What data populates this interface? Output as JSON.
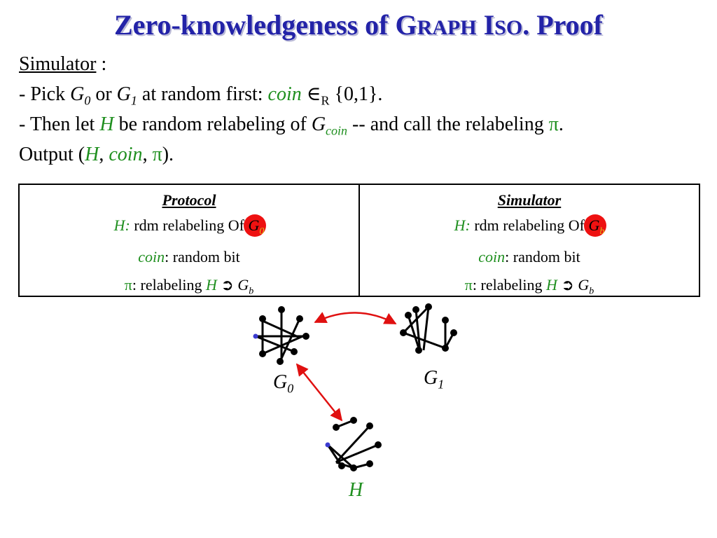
{
  "title": {
    "part1": "Zero-knowledgeness of G",
    "part2": "RAPH",
    "part3": " I",
    "part4": "SO",
    "part5": ". Proof"
  },
  "lines": {
    "simulator_label": "Simulator",
    "simulator_colon": " :",
    "l2_a": "- Pick ",
    "l2_g": "G",
    "l2_0": "0",
    "l2_or": " or ",
    "l2_g2": "G",
    "l2_1": "1",
    "l2_b": " at random first: ",
    "l2_coin": "coin",
    "l2_c": " ∈",
    "l2_R": "R",
    "l2_set": " {0,1}.",
    "l3_a": "- Then let ",
    "l3_H": "H",
    "l3_b": " be random relabeling of ",
    "l3_G": "G",
    "l3_coin": "coin",
    "l3_c": "  -- and call the relabeling ",
    "l3_pi": "π",
    "l3_d": ".",
    "l4_a": "Output (",
    "l4_H": "H",
    "l4_comma1": ", ",
    "l4_coin": "coin",
    "l4_comma2": ", ",
    "l4_pi": "π",
    "l4_end": ")."
  },
  "table": {
    "left": {
      "head": "Protocol",
      "h_label": "H:",
      "h_text": " rdm relabeling Of ",
      "h_G": "G",
      "h_sub": "0",
      "coin_label": "coin",
      "coin_text": ": random bit",
      "pi": "π",
      "pi_text": ": relabeling ",
      "pi_H": "H",
      "arrow": " ➲ ",
      "pi_G": "G",
      "pi_sub": "b"
    },
    "right": {
      "head": "Simulator",
      "h_label": "H:",
      "h_text": " rdm relabeling Of ",
      "h_G": "G",
      "h_sub": "b",
      "coin_label": "coin",
      "coin_text": ": random bit",
      "pi": "π",
      "pi_text": ": relabeling ",
      "pi_H": "H",
      "arrow": " ➲ ",
      "pi_G": "G",
      "pi_sub": "b"
    }
  },
  "graphs": {
    "g0_label": "G",
    "g0_sub": "0",
    "g1_label": "G",
    "g1_sub": "1",
    "h_label": "H"
  },
  "colors": {
    "title": "#2323a8",
    "green": "#1f8f1f",
    "arrow_red": "#e01010",
    "dot_red": "#ee1111"
  }
}
